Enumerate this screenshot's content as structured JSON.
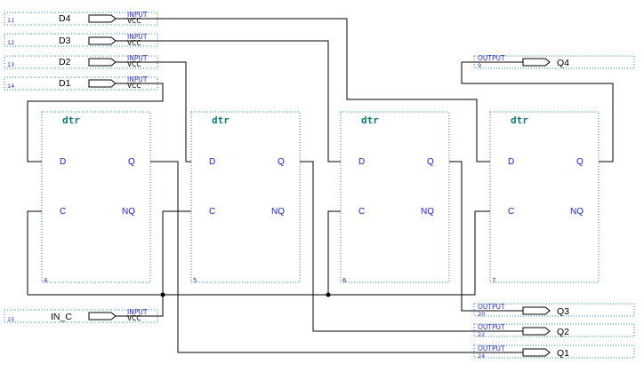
{
  "inputs": [
    {
      "pin": "11",
      "name": "D4",
      "kind": "INPUT",
      "vcc": "VCC"
    },
    {
      "pin": "12",
      "name": "D3",
      "kind": "INPUT",
      "vcc": "VCC"
    },
    {
      "pin": "13",
      "name": "D2",
      "kind": "INPUT",
      "vcc": "VCC"
    },
    {
      "pin": "14",
      "name": "D1",
      "kind": "INPUT",
      "vcc": "VCC"
    },
    {
      "pin": "15",
      "name": "IN_C",
      "kind": "INPUT",
      "vcc": "VCC"
    }
  ],
  "outputs": [
    {
      "pin": "9",
      "name": "Q4",
      "kind": "OUTPUT"
    },
    {
      "pin": "20",
      "name": "Q3",
      "kind": "OUTPUT"
    },
    {
      "pin": "22",
      "name": "Q2",
      "kind": "OUTPUT"
    },
    {
      "pin": "24",
      "name": "Q1",
      "kind": "OUTPUT"
    }
  ],
  "blocks": [
    {
      "title": "dtr",
      "id": "4",
      "ports": {
        "d": "D",
        "c": "C",
        "q": "Q",
        "nq": "NQ"
      }
    },
    {
      "title": "dtr",
      "id": "5",
      "ports": {
        "d": "D",
        "c": "C",
        "q": "Q",
        "nq": "NQ"
      }
    },
    {
      "title": "dtr",
      "id": "6",
      "ports": {
        "d": "D",
        "c": "C",
        "q": "Q",
        "nq": "NQ"
      }
    },
    {
      "title": "dtr",
      "id": "7",
      "ports": {
        "d": "D",
        "c": "C",
        "q": "Q",
        "nq": "NQ"
      }
    }
  ]
}
